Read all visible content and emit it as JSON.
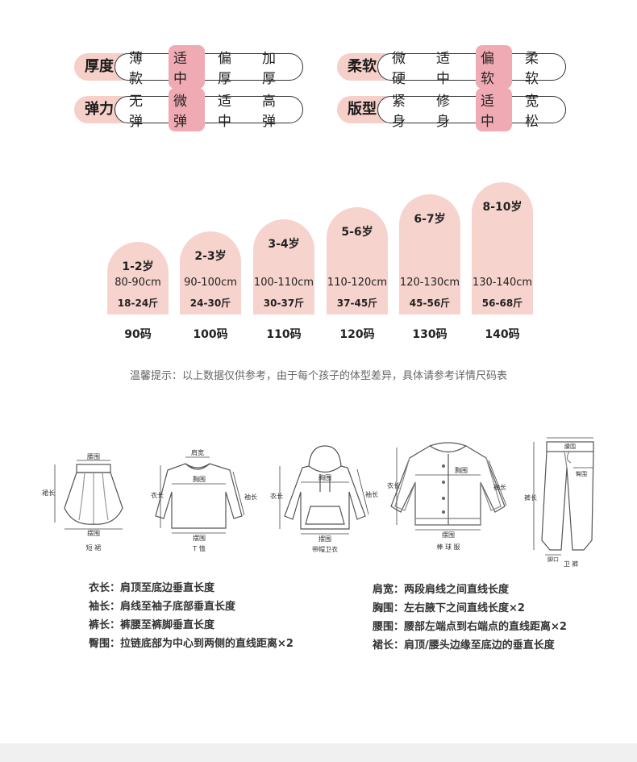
{
  "attributes": [
    {
      "label": "厚度",
      "options": [
        "薄款",
        "适中",
        "偏厚",
        "加厚"
      ],
      "selected": 1
    },
    {
      "label": "柔软",
      "options": [
        "微硬",
        "适中",
        "偏软",
        "柔软"
      ],
      "selected": 2
    },
    {
      "label": "弹力",
      "options": [
        "无弹",
        "微弹",
        "适中",
        "高弹"
      ],
      "selected": 1
    },
    {
      "label": "版型",
      "options": [
        "紧身",
        "修身",
        "适中",
        "宽松"
      ],
      "selected": 2
    }
  ],
  "sizes": [
    {
      "age": "1-2岁",
      "height": "80-90cm",
      "weight": "18-24斤",
      "code": "90码"
    },
    {
      "age": "2-3岁",
      "height": "90-100cm",
      "weight": "24-30斤",
      "code": "100码"
    },
    {
      "age": "3-4岁",
      "height": "100-110cm",
      "weight": "30-37斤",
      "code": "110码"
    },
    {
      "age": "5-6岁",
      "height": "110-120cm",
      "weight": "37-45斤",
      "code": "120码"
    },
    {
      "age": "6-7岁",
      "height": "120-130cm",
      "weight": "45-56斤",
      "code": "130码"
    },
    {
      "age": "8-10岁",
      "height": "130-140cm",
      "weight": "56-68斤",
      "code": "140码"
    }
  ],
  "tip": "温馨提示：以上数据仅供参考，由于每个孩子的体型差异，具体请参考详情尺码表",
  "garments": {
    "skirt": {
      "caption": "短 裙",
      "labels": [
        "腰围",
        "裙长",
        "摆围"
      ]
    },
    "tshirt": {
      "caption": "T 恤",
      "labels": [
        "肩宽",
        "胸围",
        "衣长",
        "袖长",
        "摆围"
      ]
    },
    "hoodie": {
      "caption": "带帽卫衣",
      "labels": [
        "胸围",
        "衣长",
        "袖长",
        "摆围"
      ]
    },
    "jacket": {
      "caption": "棒 球 服",
      "labels": [
        "衣长",
        "胸围",
        "袖长",
        "摆围"
      ]
    },
    "pants": {
      "caption": "卫 裤",
      "labels": [
        "腰围",
        "裤长",
        "臀围",
        "脚口"
      ]
    }
  },
  "legend_left": [
    "衣长：肩顶至底边垂直长度",
    "袖长：肩线至袖子底部垂直长度",
    "裤长：裤腰至裤脚垂直长度",
    "臀围：拉链底部为中心到两侧的直线距离×2"
  ],
  "legend_right": [
    "肩宽：两段肩线之间直线长度",
    "胸围：左右腋下之间直线长度×2",
    "腰围：腰部左端点到右端点的直线距离×2",
    "裙长：肩顶/腰头边缘至底边的垂直长度"
  ],
  "colors": {
    "label_bg": "#f5cfc8",
    "selected_bg": "#efaab3",
    "card_bg": "#f6d3cc"
  }
}
